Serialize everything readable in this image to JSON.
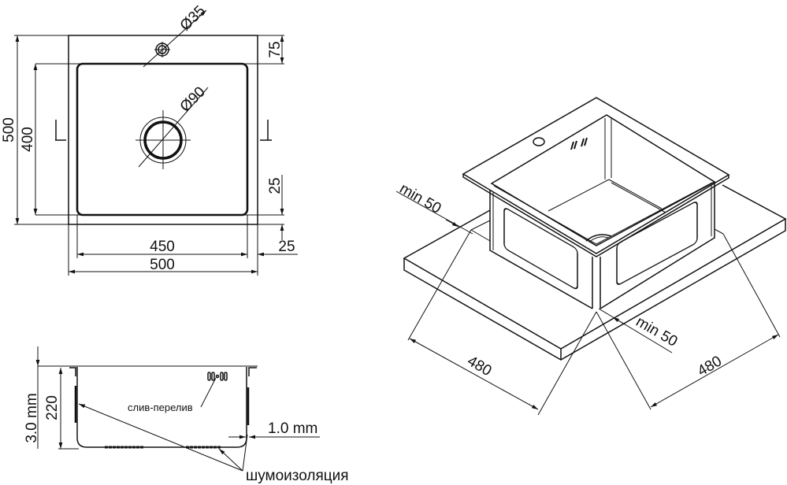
{
  "plan_view": {
    "faucet_hole": "Ø35",
    "drain": "Ø90",
    "total_height": "500",
    "bowl_height": "400",
    "rim_top": "75",
    "rim_bottom": "25",
    "rim_side": "25",
    "bowl_width": "450",
    "total_width": "500"
  },
  "section_view": {
    "thickness_flange": "3.0 mm",
    "depth": "220",
    "wall_thickness": "1.0 mm",
    "overflow_label": "слив-перелив",
    "insulation_label": "шумоизоляция"
  },
  "iso_view": {
    "clearance_left": "min 50",
    "clearance_right": "min 50",
    "width_left": "480",
    "width_right": "480"
  }
}
